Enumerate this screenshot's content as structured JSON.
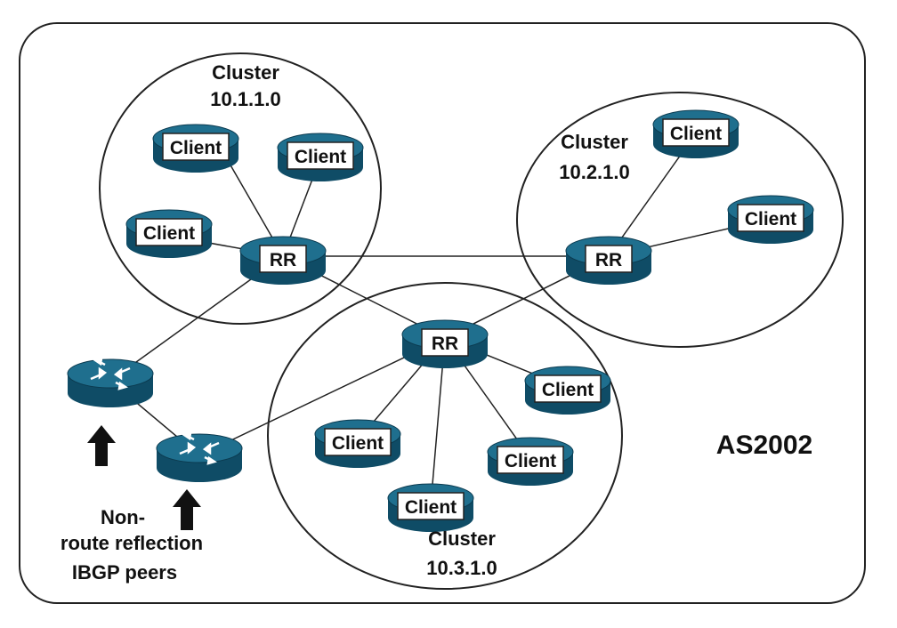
{
  "as_label": "AS2002",
  "clusters": [
    {
      "id": "c1",
      "title": "Cluster",
      "id_label": "10.1.1.0"
    },
    {
      "id": "c2",
      "title": "Cluster",
      "id_label": "10.2.1.0"
    },
    {
      "id": "c3",
      "title": "Cluster",
      "id_label": "10.3.1.0"
    }
  ],
  "node_labels": {
    "rr": "RR",
    "client": "Client"
  },
  "peers_label": [
    "Non-",
    "route reflection",
    "IBGP peers"
  ],
  "colors": {
    "router_top": "#1f6f8e",
    "router_side": "#0f4c66",
    "line": "#222222",
    "border": "#222222"
  },
  "icons": {
    "router": "router-icon",
    "arrow": "up-arrow-icon"
  }
}
